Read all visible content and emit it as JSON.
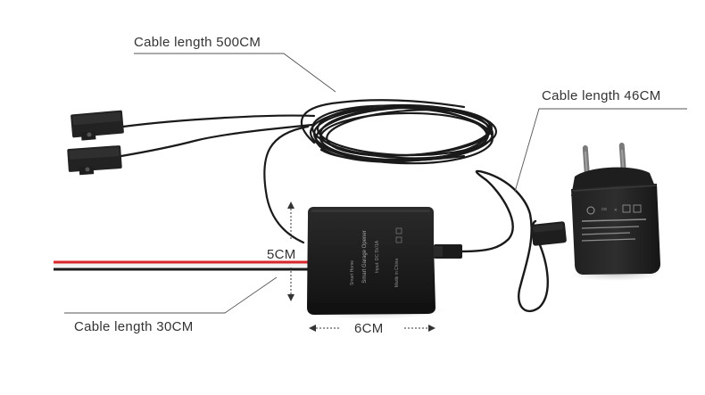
{
  "labels": {
    "cable_500": "Cable length 500CM",
    "cable_46": "Cable length 46CM",
    "cable_30": "Cable length 30CM",
    "height": "5CM",
    "width": "6CM"
  },
  "device": {
    "title": "Smart Garage Opener",
    "input": "Input: DC 5V/1A",
    "brand": "Smart Home",
    "origin": "Made in China"
  },
  "colors": {
    "device_body": "#1c1c1c",
    "cable": "#1a1a1a",
    "wire_red": "#d8262b",
    "wire_white": "#f2f2f2",
    "label_text": "#333333",
    "leader_line": "#555555"
  }
}
